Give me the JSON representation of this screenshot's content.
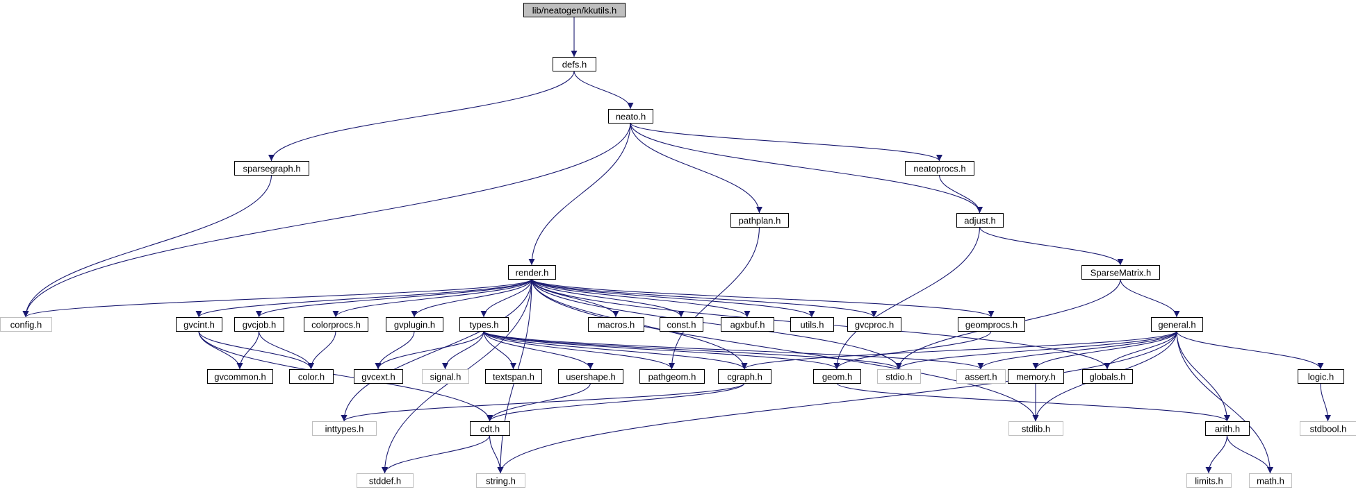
{
  "colors": {
    "edge": "#191970",
    "node_border": "#000000",
    "system_border": "#bfbfbf",
    "root_fill": "#bfbfbf",
    "background": "#ffffff"
  },
  "nodes": [
    {
      "id": "kkutils",
      "label": "lib/neatogen/kkutils.h",
      "kind": "root"
    },
    {
      "id": "defs",
      "label": "defs.h",
      "kind": "local"
    },
    {
      "id": "neato",
      "label": "neato.h",
      "kind": "local"
    },
    {
      "id": "sparsegraph",
      "label": "sparsegraph.h",
      "kind": "local"
    },
    {
      "id": "neatoprocs",
      "label": "neatoprocs.h",
      "kind": "local"
    },
    {
      "id": "pathplan",
      "label": "pathplan.h",
      "kind": "local"
    },
    {
      "id": "adjust",
      "label": "adjust.h",
      "kind": "local"
    },
    {
      "id": "render",
      "label": "render.h",
      "kind": "local"
    },
    {
      "id": "sparsematrix",
      "label": "SparseMatrix.h",
      "kind": "local"
    },
    {
      "id": "config",
      "label": "config.h",
      "kind": "system"
    },
    {
      "id": "gvcint",
      "label": "gvcint.h",
      "kind": "local"
    },
    {
      "id": "gvcjob",
      "label": "gvcjob.h",
      "kind": "local"
    },
    {
      "id": "colorprocs",
      "label": "colorprocs.h",
      "kind": "local"
    },
    {
      "id": "gvplugin",
      "label": "gvplugin.h",
      "kind": "local"
    },
    {
      "id": "types",
      "label": "types.h",
      "kind": "local"
    },
    {
      "id": "macros",
      "label": "macros.h",
      "kind": "local"
    },
    {
      "id": "const",
      "label": "const.h",
      "kind": "local"
    },
    {
      "id": "agxbuf",
      "label": "agxbuf.h",
      "kind": "local"
    },
    {
      "id": "utils",
      "label": "utils.h",
      "kind": "local"
    },
    {
      "id": "gvcproc",
      "label": "gvcproc.h",
      "kind": "local"
    },
    {
      "id": "geomprocs",
      "label": "geomprocs.h",
      "kind": "local"
    },
    {
      "id": "general",
      "label": "general.h",
      "kind": "local"
    },
    {
      "id": "gvcommon",
      "label": "gvcommon.h",
      "kind": "local"
    },
    {
      "id": "color",
      "label": "color.h",
      "kind": "local"
    },
    {
      "id": "gvcext",
      "label": "gvcext.h",
      "kind": "local"
    },
    {
      "id": "signal",
      "label": "signal.h",
      "kind": "system"
    },
    {
      "id": "textspan",
      "label": "textspan.h",
      "kind": "local"
    },
    {
      "id": "usershape",
      "label": "usershape.h",
      "kind": "local"
    },
    {
      "id": "pathgeom",
      "label": "pathgeom.h",
      "kind": "local"
    },
    {
      "id": "cgraph",
      "label": "cgraph.h",
      "kind": "local"
    },
    {
      "id": "geom",
      "label": "geom.h",
      "kind": "local"
    },
    {
      "id": "stdio",
      "label": "stdio.h",
      "kind": "system"
    },
    {
      "id": "assert",
      "label": "assert.h",
      "kind": "system"
    },
    {
      "id": "memory",
      "label": "memory.h",
      "kind": "local"
    },
    {
      "id": "globals",
      "label": "globals.h",
      "kind": "local"
    },
    {
      "id": "logic",
      "label": "logic.h",
      "kind": "local"
    },
    {
      "id": "inttypes",
      "label": "inttypes.h",
      "kind": "system"
    },
    {
      "id": "cdt",
      "label": "cdt.h",
      "kind": "local"
    },
    {
      "id": "stdlib",
      "label": "stdlib.h",
      "kind": "system"
    },
    {
      "id": "arith",
      "label": "arith.h",
      "kind": "local"
    },
    {
      "id": "stdbool",
      "label": "stdbool.h",
      "kind": "system"
    },
    {
      "id": "stddef",
      "label": "stddef.h",
      "kind": "system"
    },
    {
      "id": "string",
      "label": "string.h",
      "kind": "system"
    },
    {
      "id": "limits",
      "label": "limits.h",
      "kind": "system"
    },
    {
      "id": "math",
      "label": "math.h",
      "kind": "system"
    }
  ],
  "edges": [
    [
      "kkutils",
      "defs"
    ],
    [
      "defs",
      "sparsegraph"
    ],
    [
      "defs",
      "neato"
    ],
    [
      "sparsegraph",
      "config"
    ],
    [
      "neato",
      "config"
    ],
    [
      "neato",
      "render"
    ],
    [
      "neato",
      "pathplan"
    ],
    [
      "neato",
      "adjust"
    ],
    [
      "neato",
      "neatoprocs"
    ],
    [
      "neatoprocs",
      "adjust"
    ],
    [
      "pathplan",
      "pathgeom"
    ],
    [
      "adjust",
      "geom"
    ],
    [
      "adjust",
      "sparsematrix"
    ],
    [
      "sparsematrix",
      "stdio"
    ],
    [
      "sparsematrix",
      "general"
    ],
    [
      "render",
      "config"
    ],
    [
      "render",
      "gvcint"
    ],
    [
      "render",
      "gvcjob"
    ],
    [
      "render",
      "colorprocs"
    ],
    [
      "render",
      "gvplugin"
    ],
    [
      "render",
      "types"
    ],
    [
      "render",
      "macros"
    ],
    [
      "render",
      "const"
    ],
    [
      "render",
      "agxbuf"
    ],
    [
      "render",
      "utils"
    ],
    [
      "render",
      "gvcproc"
    ],
    [
      "render",
      "geomprocs"
    ],
    [
      "render",
      "globals"
    ],
    [
      "render",
      "cgraph"
    ],
    [
      "render",
      "stdio"
    ],
    [
      "render",
      "inttypes"
    ],
    [
      "render",
      "stddef"
    ],
    [
      "render",
      "string"
    ],
    [
      "render",
      "stdlib"
    ],
    [
      "gvcint",
      "gvcommon"
    ],
    [
      "gvcint",
      "color"
    ],
    [
      "gvcint",
      "cdt"
    ],
    [
      "gvcjob",
      "gvcommon"
    ],
    [
      "gvcjob",
      "color"
    ],
    [
      "colorprocs",
      "color"
    ],
    [
      "gvplugin",
      "gvcext"
    ],
    [
      "types",
      "gvcext"
    ],
    [
      "types",
      "signal"
    ],
    [
      "types",
      "textspan"
    ],
    [
      "types",
      "usershape"
    ],
    [
      "types",
      "pathgeom"
    ],
    [
      "types",
      "cgraph"
    ],
    [
      "types",
      "geom"
    ],
    [
      "types",
      "stdio"
    ],
    [
      "types",
      "assert"
    ],
    [
      "geomprocs",
      "geom"
    ],
    [
      "usershape",
      "cdt"
    ],
    [
      "cgraph",
      "cdt"
    ],
    [
      "cgraph",
      "inttypes"
    ],
    [
      "cdt",
      "stddef"
    ],
    [
      "cdt",
      "string"
    ],
    [
      "geom",
      "arith"
    ],
    [
      "memory",
      "stdlib"
    ],
    [
      "general",
      "cgraph"
    ],
    [
      "general",
      "stdio"
    ],
    [
      "general",
      "assert"
    ],
    [
      "general",
      "memory"
    ],
    [
      "general",
      "globals"
    ],
    [
      "general",
      "logic"
    ],
    [
      "general",
      "stdlib"
    ],
    [
      "general",
      "string"
    ],
    [
      "general",
      "arith"
    ],
    [
      "general",
      "math"
    ],
    [
      "logic",
      "stdbool"
    ],
    [
      "arith",
      "limits"
    ],
    [
      "arith",
      "math"
    ]
  ]
}
